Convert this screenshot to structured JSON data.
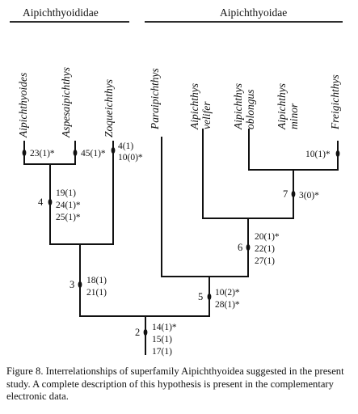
{
  "headers": {
    "family": "Aipichthyoididae",
    "subfamily": "Aipichthyoidae"
  },
  "taxa": [
    {
      "id": "aipichthyoides",
      "lines": [
        "Aipichthyoides"
      ]
    },
    {
      "id": "aspesaipichthys",
      "lines": [
        "Aspesaipichthys"
      ]
    },
    {
      "id": "zoqueichthys",
      "lines": [
        "Zoqueichthys"
      ]
    },
    {
      "id": "paraipichthys",
      "lines": [
        "Paraipichthys"
      ]
    },
    {
      "id": "aipichthys-velifer",
      "lines": [
        "Aipichthys",
        "velifer"
      ]
    },
    {
      "id": "aipichthys-oblongus",
      "lines": [
        "Aipichthys",
        "oblongus"
      ]
    },
    {
      "id": "aipichthys-minor",
      "lines": [
        "Aipichthys",
        "minor"
      ]
    },
    {
      "id": "freigichthys",
      "lines": [
        "Freigichthys"
      ]
    }
  ],
  "terminal_characters": {
    "aipichthyoides": [
      "23(1)*"
    ],
    "aspesaipichthys": [
      "45(1)*"
    ],
    "zoqueichthys": [
      "4(1)",
      "10(0)*"
    ],
    "freigichthys": [
      "10(1)*"
    ]
  },
  "nodes": [
    {
      "id": "node-2",
      "number": "2",
      "characters": [
        "14(1)*",
        "15(1)",
        "17(1)"
      ]
    },
    {
      "id": "node-3",
      "number": "3",
      "characters": [
        "18(1)",
        "21(1)"
      ]
    },
    {
      "id": "node-4",
      "number": "4",
      "characters": [
        "19(1)",
        "24(1)*",
        "25(1)*"
      ]
    },
    {
      "id": "node-5",
      "number": "5",
      "characters": [
        "10(2)*",
        "28(1)*"
      ]
    },
    {
      "id": "node-6",
      "number": "6",
      "characters": [
        "20(1)*",
        "22(1)",
        "27(1)"
      ]
    },
    {
      "id": "node-7",
      "number": "7",
      "characters": [
        "3(0)*"
      ]
    }
  ],
  "caption": "Figure 8. Interrelationships of superfamily Aipichthyoidea suggested in the present study. A complete description of this hypothesis is present in the complementary electronic data."
}
